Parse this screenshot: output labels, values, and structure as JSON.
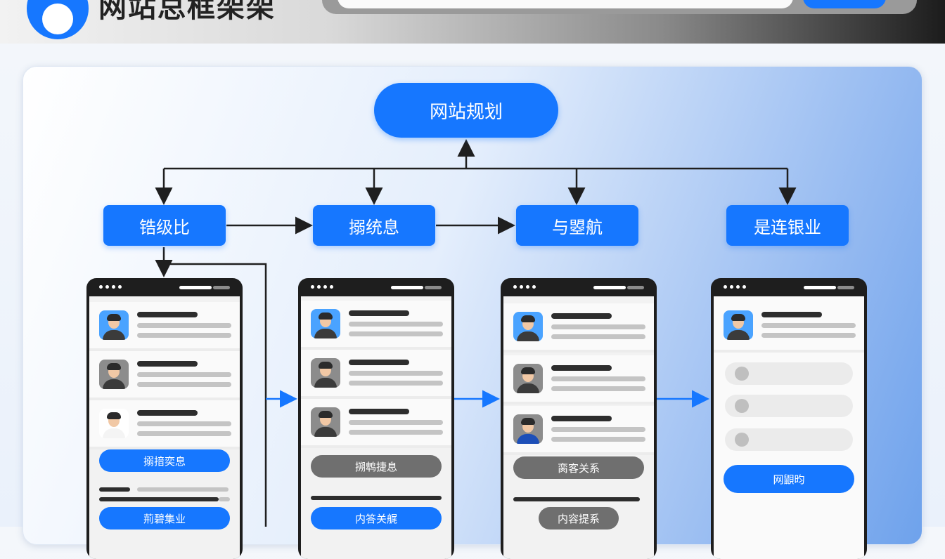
{
  "header": {
    "brand_text": "网站总框架架",
    "colors": {
      "accent": "#1677ff",
      "header_dark": "#1c1c1c"
    }
  },
  "diagram": {
    "root": "网站规划",
    "nodes": [
      "锆级比",
      "搦统息",
      "与曌航",
      "是连银业"
    ],
    "phones": [
      {
        "button_main": "搦揞奕息",
        "button_bottom": "荊碧集业"
      },
      {
        "button_main": "搠鹎捷息",
        "button_bottom": "内答关艉"
      },
      {
        "button_main": "脔客关系",
        "button_bottom": "内容提系"
      },
      {
        "button_main": "网鼰昀"
      }
    ]
  }
}
